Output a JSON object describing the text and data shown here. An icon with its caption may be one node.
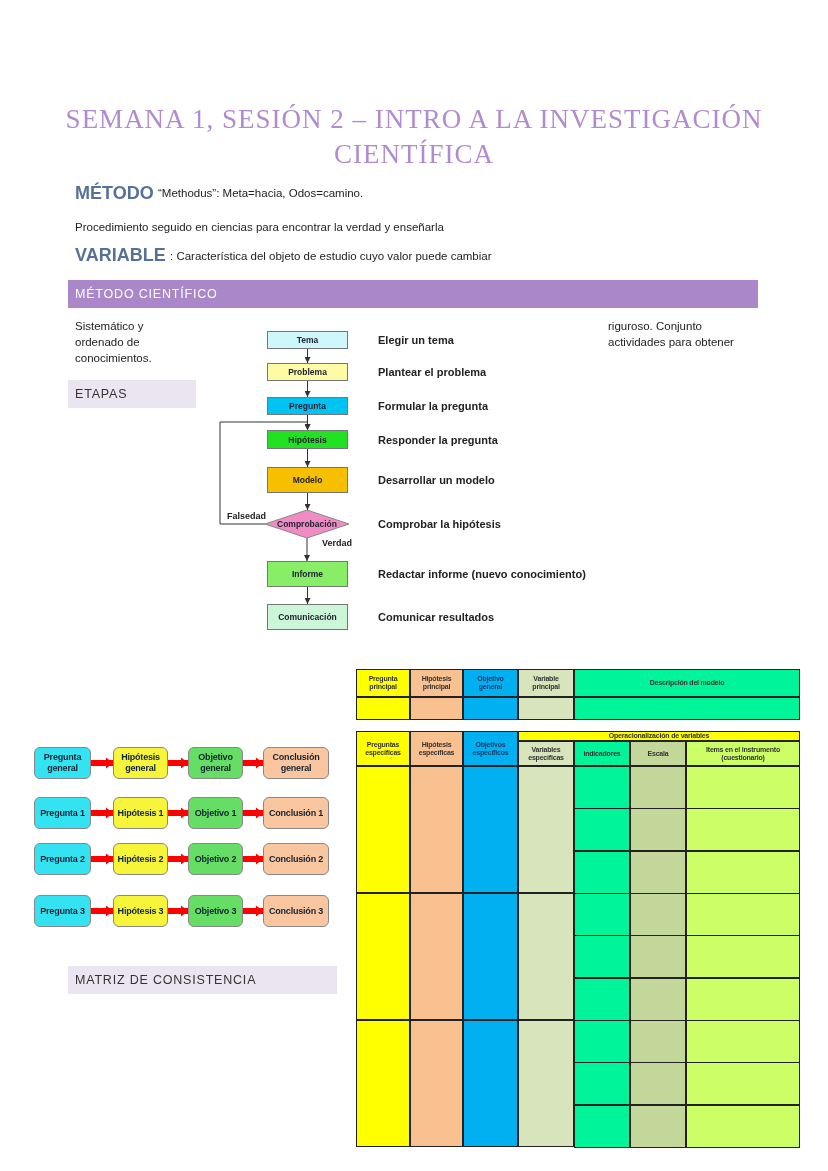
{
  "diagram": {
    "title": "SEMANA 1, SESIÓN 2 – INTRO A LA INVESTIGACIÓN CIENTÍFICA",
    "nodes": [
      {
        "text": [
          "MÉTODO CIENTÍFICO"
        ]
      },
      {
        "text": [
          "ETAPAS"
        ]
      },
      {
        "text": [
          "Tema"
        ],
        "beside": [
          "Elegir un tema"
        ]
      },
      {
        "text": [
          "Problema"
        ],
        "beside": [
          "Plantear el problema"
        ]
      },
      {
        "text": [
          "Pregunta"
        ],
        "beside": [
          "Formular la pregunta"
        ]
      },
      {
        "text": [
          "Hipótesis"
        ],
        "beside": [
          "Responder la pregunta"
        ]
      },
      {
        "text": [
          "Modelo"
        ],
        "beside": [
          "Desarrollar un modelo"
        ]
      },
      {
        "text": [
          "Comprobación"
        ],
        "beside": [
          "Comprobar la hipótesis"
        ]
      },
      {
        "text": [
          "Informe"
        ],
        "beside": [
          "Redactar informe (nuevo conocimiento)"
        ]
      },
      {
        "text": [
          "Comunicación"
        ],
        "beside": [
          "Comunicar resultados"
        ]
      },
      {
        "text": [
          "Pregunta general"
        ]
      },
      {
        "text": [
          "Hipótesis general"
        ]
      },
      {
        "text": [
          "Objetivo general"
        ]
      },
      {
        "text": [
          "Conclusión general"
        ]
      },
      {
        "text": [
          "Pregunta 1"
        ]
      },
      {
        "text": [
          "Hipótesis 1"
        ]
      },
      {
        "text": [
          "Objetivo 1"
        ]
      },
      {
        "text": [
          "Conclusión 1"
        ]
      },
      {
        "text": [
          "Pregunta 2"
        ]
      },
      {
        "text": [
          "Hipótesis 2"
        ]
      },
      {
        "text": [
          "Objetivo 2"
        ]
      },
      {
        "text": [
          "Conclusión 2"
        ]
      },
      {
        "text": [
          "Pregunta 3"
        ]
      },
      {
        "text": [
          "Hipótesis 3"
        ]
      },
      {
        "text": [
          "Objetivo 3"
        ]
      },
      {
        "text": [
          "Conclusión 3"
        ]
      },
      {
        "text": [
          "MATRIZ DE CONSISTENCIA"
        ]
      }
    ],
    "edges": [
      {
        "from": 2,
        "to": 3,
        "arrow": "to",
        "color": "#333333"
      },
      {
        "from": 3,
        "to": 4,
        "arrow": "to",
        "color": "#333333"
      },
      {
        "from": 4,
        "to": 5,
        "arrow": "to",
        "color": "#333333"
      },
      {
        "from": 5,
        "to": 6,
        "arrow": "to",
        "color": "#333333"
      },
      {
        "from": 6,
        "to": 7,
        "arrow": "to",
        "color": "#333333"
      },
      {
        "from": 7,
        "to": 5,
        "arrow": "to",
        "label": "Falsedad",
        "color": "#333333"
      },
      {
        "from": 7,
        "to": 8,
        "arrow": "to",
        "label": "Verdad",
        "color": "#333333"
      },
      {
        "from": 8,
        "to": 9,
        "arrow": "to",
        "color": "#333333"
      },
      {
        "from": 10,
        "to": 11,
        "arrow": "to",
        "color": "#ff0000"
      },
      {
        "from": 11,
        "to": 12,
        "arrow": "to",
        "color": "#ff0000"
      },
      {
        "from": 12,
        "to": 13,
        "arrow": "to",
        "color": "#ff0000"
      },
      {
        "from": 14,
        "to": 15,
        "arrow": "to",
        "color": "#ff0000"
      },
      {
        "from": 15,
        "to": 16,
        "arrow": "to",
        "color": "#ff0000"
      },
      {
        "from": 16,
        "to": 17,
        "arrow": "to",
        "color": "#ff0000"
      },
      {
        "from": 18,
        "to": 19,
        "arrow": "to",
        "color": "#ff0000"
      },
      {
        "from": 19,
        "to": 20,
        "arrow": "to",
        "color": "#ff0000"
      },
      {
        "from": 20,
        "to": 21,
        "arrow": "to",
        "color": "#ff0000"
      },
      {
        "from": 22,
        "to": 23,
        "arrow": "to",
        "color": "#ff0000"
      },
      {
        "from": 23,
        "to": 24,
        "arrow": "to",
        "color": "#ff0000"
      },
      {
        "from": 24,
        "to": 25,
        "arrow": "to",
        "color": "#ff0000"
      }
    ],
    "labels": [
      "MÉTODO",
      "“Methodus”: Meta=hacia, Odos=camino.",
      "Procedimiento seguido en ciencias para encontrar la verdad y enseñarla",
      "VARIABLE",
      ": Característica del objeto de estudio cuyo valor puede cambiar",
      "Sistemático y ordenado de conocimientos.",
      "riguroso. Conjunto actividades para obtener",
      "Pregunta principal",
      "Hipótesis principal",
      "Objetivo general",
      "Variable principal",
      "Descripción del modelo",
      "Preguntas específicas",
      "Hipótesis específicas",
      "Objetivos específicos",
      "Operacionalización de variables",
      "Variables específicas",
      "Indicadores",
      "Escala",
      "Items en el instrumento (cuestionario)"
    ]
  }
}
